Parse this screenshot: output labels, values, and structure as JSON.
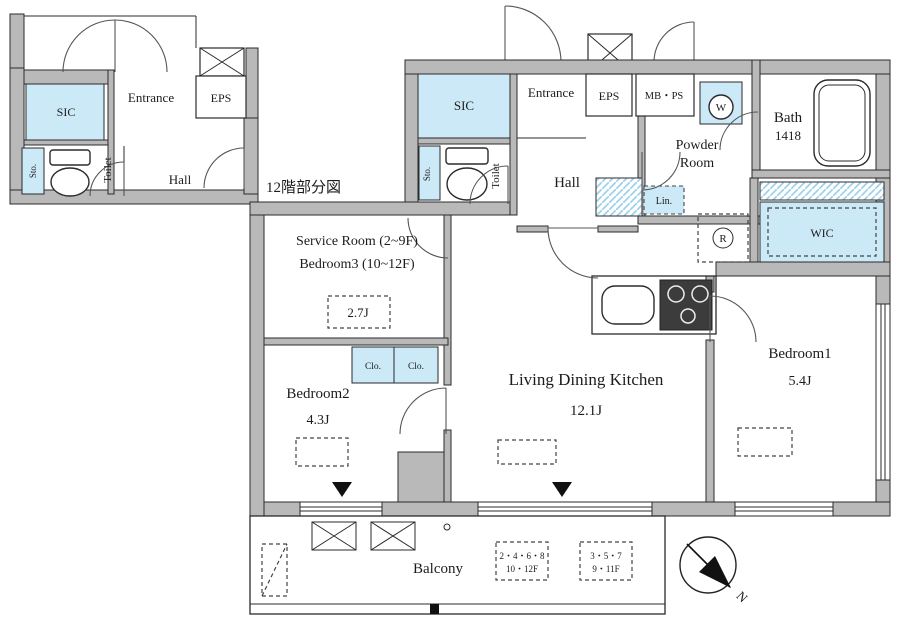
{
  "colors": {
    "wall_gray": "#b9b9b9",
    "closet_blue": "#cbe9f7",
    "hatch_blue": "#9fd3ec",
    "line": "#2b2b2b"
  },
  "inset": {
    "caption": "12階部分図",
    "sic": "SIC",
    "entrance": "Entrance",
    "eps": "EPS",
    "sto": "Sto.",
    "toilet": "Toilet",
    "hall": "Hall"
  },
  "main": {
    "sic": "SIC",
    "entrance": "Entrance",
    "eps": "EPS",
    "mbps": "MB・PS",
    "washer": "W",
    "bath_name": "Bath",
    "bath_size": "1418",
    "powder_line1": "Powder",
    "powder_line2": "Room",
    "toilet": "Toilet",
    "sto": "Sto.",
    "hall": "Hall",
    "lin": "Lin.",
    "wic": "WIC",
    "fridge": "R",
    "service_line1": "Service Room (2~9F)",
    "service_line2": "Bedroom3 (10~12F)",
    "service_size": "2.7J",
    "bedroom2_name": "Bedroom2",
    "bedroom2_size": "4.3J",
    "clo1": "Clo.",
    "clo2": "Clo.",
    "ldk_name": "Living Dining Kitchen",
    "ldk_size": "12.1J",
    "bedroom1_name": "Bedroom1",
    "bedroom1_size": "5.4J",
    "balcony": "Balcony"
  },
  "notes": {
    "floors_a_line1": "2・4・6・8",
    "floors_a_line2": "10・12F",
    "floors_b_line1": "3・5・7",
    "floors_b_line2": "9・11F",
    "north": "N"
  }
}
